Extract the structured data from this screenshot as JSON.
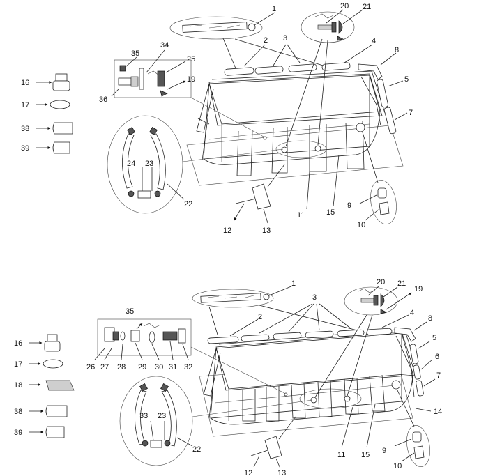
{
  "diagram_a": {
    "labels": {
      "n1": "1",
      "n2": "2",
      "n3": "3",
      "n4": "4",
      "n5": "5",
      "n7": "7",
      "n8": "8",
      "n9": "9",
      "n10": "10",
      "n11": "11",
      "n12": "12",
      "n13": "13",
      "n15": "15",
      "n16": "16",
      "n17": "17",
      "n19": "19",
      "n20": "20",
      "n21": "21",
      "n22": "22",
      "n23": "23",
      "n24": "24",
      "n25": "25",
      "n34": "34",
      "n35": "35",
      "n36": "36",
      "n38": "38",
      "n39": "39"
    }
  },
  "diagram_b": {
    "labels": {
      "n1": "1",
      "n2": "2",
      "n3": "3",
      "n4": "4",
      "n5": "5",
      "n6": "6",
      "n7": "7",
      "n8": "8",
      "n9": "9",
      "n10": "10",
      "n11": "11",
      "n12": "12",
      "n13": "13",
      "n14": "14",
      "n15": "15",
      "n16": "16",
      "n17": "17",
      "n18": "18",
      "n19": "19",
      "n20": "20",
      "n21": "21",
      "n22": "22",
      "n23": "23",
      "n26": "26",
      "n27": "27",
      "n28": "28",
      "n29": "29",
      "n30": "30",
      "n31": "31",
      "n32": "32",
      "n33": "33",
      "n35": "35",
      "n38": "38",
      "n39": "39"
    }
  }
}
